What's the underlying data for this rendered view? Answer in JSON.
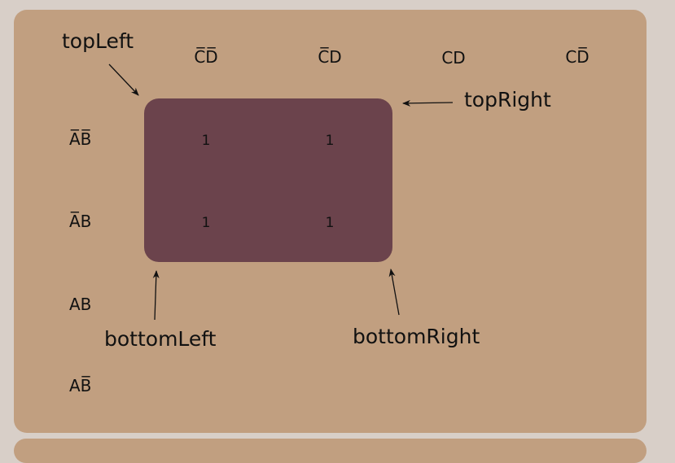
{
  "colors": {
    "background": "#d8cfc8",
    "panel": "#c19f80",
    "group": "#6b434c",
    "text": "#111111"
  },
  "columns": [
    "C̅D̅",
    "C̅D",
    "CD",
    "CD̅"
  ],
  "rows": [
    "A̅B̅",
    "A̅B",
    "AB",
    "AB̅"
  ],
  "cells": {
    "r0c0": "1",
    "r0c1": "1",
    "r1c0": "1",
    "r1c1": "1"
  },
  "annotations": {
    "top_left": "topLeft",
    "top_right": "topRight",
    "bottom_left": "bottomLeft",
    "bottom_right": "bottomRight"
  }
}
